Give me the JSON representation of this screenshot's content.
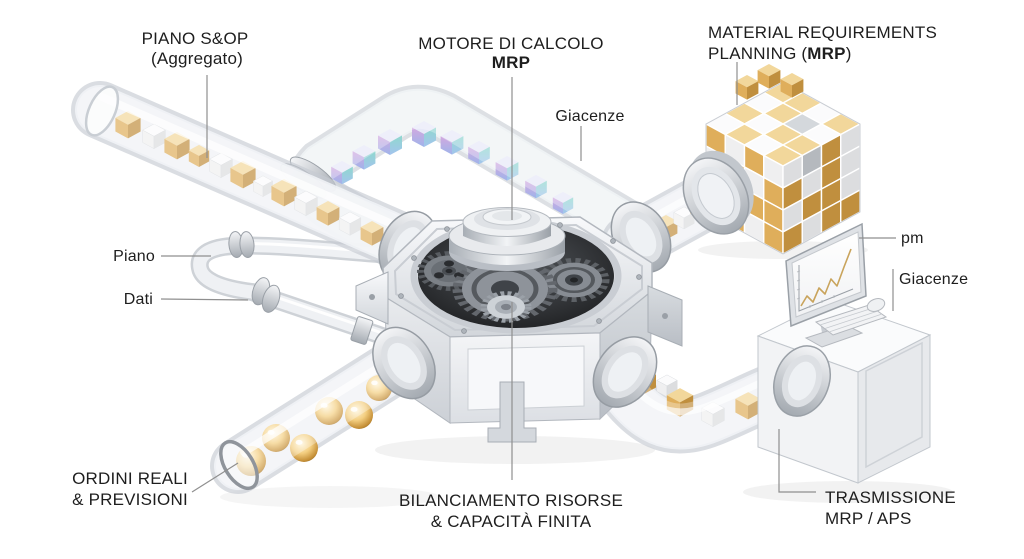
{
  "labels": {
    "piano_sop": {
      "line1": "PIANO S&OP",
      "line2": "(Aggregato)"
    },
    "motore": {
      "line1": "MOTORE DI CALCOLO",
      "line2_bold": "MRP"
    },
    "material": {
      "line1": "MATERIAL REQUIREMENTS",
      "line2_prefix": "PLANNING (",
      "line2_bold": "MRP",
      "line2_suffix": ")"
    },
    "giacenze_top": "Giacenze",
    "piano": "Piano",
    "dati": "Dati",
    "pm": "pm",
    "giacenze_right": "Giacenze",
    "ordini": {
      "line1": "ORDINI REALI",
      "line2": "& PREVISIONI"
    },
    "bilanciamento": {
      "line1": "BILANCIAMENTO RISORSE",
      "line2": "& CAPACITÀ FINITA"
    },
    "trasmissione": {
      "line1": "TRASMISSIONE",
      "line2": "MRP / APS"
    }
  },
  "colors": {
    "background": "#FFFFFF",
    "text": "#1E1E1E",
    "leader_line": "#8F8F8F",
    "gold_top": "#F2D79B",
    "gold_left": "#DFAE5B",
    "gold_right": "#C08F3E",
    "white_top": "#FBFBFC",
    "white_left": "#EFEFF0",
    "white_right": "#DCDDDF",
    "holo_top": "#E7E9F8",
    "holo_purple": "#C8A9E3",
    "holo_teal": "#93D6DF",
    "metal_light": "#F2F4F6",
    "metal_dark": "#9AA0A7",
    "gear_chamber": "#1A1B1D",
    "trend_line": "#C9A45C"
  }
}
